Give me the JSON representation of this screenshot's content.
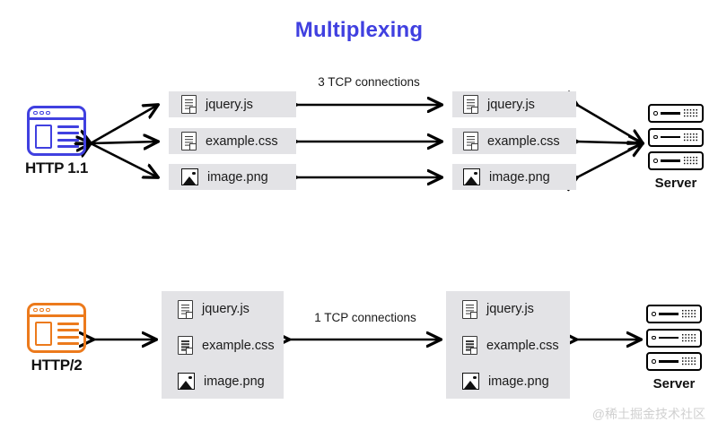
{
  "title": "Multiplexing",
  "colors": {
    "title": "#4040e0",
    "http11_accent": "#4040e0",
    "http2_accent": "#ec7a1c",
    "chip_bg": "#e3e3e6",
    "arrow": "#000000",
    "watermark": "#d0d0d0"
  },
  "sections": {
    "http11": {
      "client_label": "HTTP 1.1",
      "server_label": "Server",
      "connection_label": "3 TCP connections",
      "left_files": [
        {
          "name": "jquery.js",
          "icon": "document-icon"
        },
        {
          "name": "example.css",
          "icon": "document-icon"
        },
        {
          "name": "image.png",
          "icon": "image-icon"
        }
      ],
      "right_files": [
        {
          "name": "jquery.js",
          "icon": "document-icon"
        },
        {
          "name": "example.css",
          "icon": "document-icon"
        },
        {
          "name": "image.png",
          "icon": "image-icon"
        }
      ]
    },
    "http2": {
      "client_label": "HTTP/2",
      "server_label": "Server",
      "connection_label": "1 TCP connections",
      "left_files": [
        {
          "name": "jquery.js",
          "icon": "document-icon"
        },
        {
          "name": "example.css",
          "icon": "document-icon"
        },
        {
          "name": "image.png",
          "icon": "image-icon"
        }
      ],
      "right_files": [
        {
          "name": "jquery.js",
          "icon": "document-icon"
        },
        {
          "name": "example.css",
          "icon": "document-icon"
        },
        {
          "name": "image.png",
          "icon": "image-icon"
        }
      ]
    }
  },
  "watermark": "@稀土掘金技术社区"
}
